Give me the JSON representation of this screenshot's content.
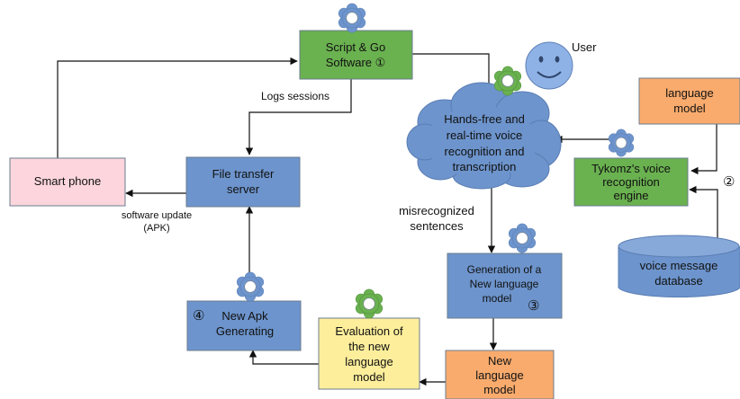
{
  "colors": {
    "green": "#6ab150",
    "blue": "#6d94cc",
    "cloud": "#6d94cc",
    "pink": "#fcd6dc",
    "orange": "#f9ab6d",
    "yellow": "#fdee9b",
    "gear_blue": "#6d94cc",
    "gear_green": "#6ab150",
    "smiley": "#8fb2e6"
  },
  "nodes": {
    "script_go": {
      "line1": "Script & Go",
      "line2": "Software ①"
    },
    "user": {
      "label": "User"
    },
    "cloud": {
      "line1": "Hands-free and",
      "line2": "real-time voice",
      "line3": "recognition and",
      "line4": "transcription"
    },
    "language_model_top": {
      "line1": "language",
      "line2": "model"
    },
    "tykomz": {
      "line1": "Tykomz's voice",
      "line2": "recognition",
      "line3": "engine"
    },
    "voice_db": {
      "line1": "voice message",
      "line2": "database"
    },
    "smart_phone": {
      "label": "Smart phone"
    },
    "file_transfer": {
      "line1": "File transfer",
      "line2": "server"
    },
    "generation": {
      "line1": "Generation of a",
      "line2": "New language",
      "line3": "model"
    },
    "generation_num": "③",
    "new_apk": {
      "num": "④",
      "line1": "New Apk",
      "line2": "Generating"
    },
    "evaluation": {
      "line1": "Evaluation of",
      "line2": "the new",
      "line3": "language",
      "line4": "model"
    },
    "new_lm": {
      "line1": "New",
      "line2": "language",
      "line3": "model"
    }
  },
  "edges": {
    "logs_sessions": "Logs sessions",
    "software_update": {
      "line1": "software update",
      "line2": "(APK)"
    },
    "misrecognized": {
      "line1": "misrecognized",
      "line2": "sentences"
    },
    "circle_two": "②"
  }
}
